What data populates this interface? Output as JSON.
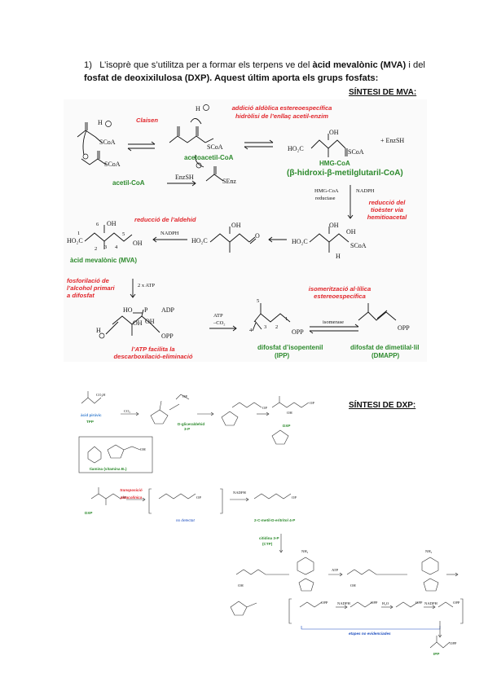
{
  "question": {
    "number": "1)",
    "line1_a": "L’isoprè que s’utilitza per a formar els terpens ve del ",
    "line1_b": "àcid mevalònic (MVA)",
    "line1_c": " i del",
    "line2_a": "fosfat de deoxixilulosa (DXP)",
    "line2_b": ". Aquest últim aporta els grups fosfats:"
  },
  "mva": {
    "header": "SÍNTESI DE MVA:",
    "labels": {
      "claisen": "Claisen",
      "addicio": "addició aldòlica estereoespecífica",
      "hidrolisi": "hidròlisi de l’enllaç acetil-enzim",
      "reduccio_tioester_1": "reducció del",
      "reduccio_tioester_2": "tioèster via",
      "reduccio_tioester_3": "hemitioacetal",
      "reduccio_aldehid": "reducció de l’aldehid",
      "fosforilacio_1": "fosforilació de",
      "fosforilacio_2": "l’alcohol primari",
      "fosforilacio_3": "a difosfat",
      "isomeritzacio_1": "isomerització al·lílica",
      "isomeritzacio_2": "estereoespecífica",
      "atp_facilita_1": "l’ATP facilita la",
      "atp_facilita_2": "descarboxilació-eliminació"
    },
    "compounds": {
      "acetil_coa": "acetil-CoA",
      "acetoacetil_coa": "acetoacetil-CoA",
      "hmg_coa": "HMG-CoA",
      "hmg_full": "(β-hidroxi-β-metilglutaril-CoA)",
      "mva": "àcid mevalònic (MVA)",
      "ipp_1": "difosfat d’isopentenil",
      "ipp_2": "(IPP)",
      "dmapp_1": "difosfat de dimetilal·lil",
      "dmapp_2": "(DMAPP)"
    },
    "reagents": {
      "enzsh_plus": "+ EnzSH",
      "enzsh": "EnzSH",
      "hmg_reductase_1": "HMG-CoA",
      "hmg_reductase_2": "reductase",
      "nadph": "NADPH",
      "atp2": "2 x ATP",
      "atp": "ATP",
      "co2": "–CO₂",
      "isomerase": "isomerase"
    },
    "atoms": {
      "scoa": "SCoA",
      "senz": "SEnz",
      "h": "H",
      "oh": "OH",
      "ho2c": "HO₂C",
      "opp": "OPP",
      "adp": "ADP",
      "p": "P",
      "o": "O",
      "ho": "HO",
      "n1": "1",
      "n2": "2",
      "n3": "3",
      "n4": "4",
      "n5": "5",
      "n6": "6"
    }
  },
  "dxp": {
    "header": "SÍNTESI DE DXP:",
    "labels": {
      "acid_piruvic": "àcid pirúvic",
      "tpp": "TPP",
      "d_glic": "D-gliceraldehid",
      "d_glic_2": "3-P",
      "tiamina": "tiamina (vitamina B₁)",
      "dxp": "DXP",
      "transposicio_1": "transposició",
      "transposicio_2": "pinacolínica",
      "no_detectat": "no detectat",
      "metil_eritritol": "2-C-metil-D-eritritol 4-P",
      "citidina_1": "citidina 3-P",
      "citidina_2": "(CTP)",
      "etapes": "etapes no evidenciades",
      "ipp": "IPP"
    },
    "atoms": {
      "co2h": "CO₂H",
      "co2": "CO₂",
      "nadph": "NADPH",
      "atp": "ATP",
      "h2o": "H₂O",
      "nh2": "NH₂",
      "opp": "OPP",
      "op": "OP",
      "oh": "OH"
    }
  }
}
